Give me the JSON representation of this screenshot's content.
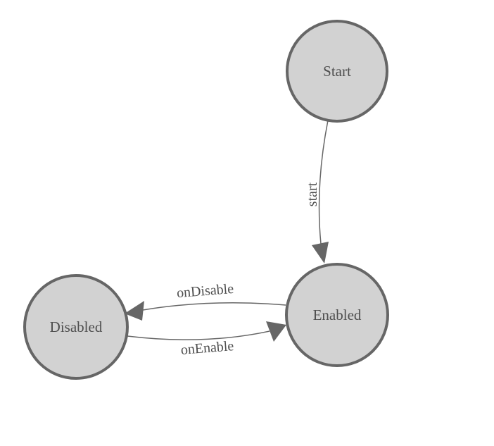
{
  "colors": {
    "background": "#ffffff",
    "node_fill": "#d2d2d2",
    "node_stroke": "#666666",
    "edge_stroke": "#666666",
    "label_color": "#4f4f4f"
  },
  "nodes": [
    {
      "id": "start",
      "label": "Start"
    },
    {
      "id": "enabled",
      "label": "Enabled"
    },
    {
      "id": "disabled",
      "label": "Disabled"
    }
  ],
  "edges": [
    {
      "id": "start-to-enabled",
      "label": "start",
      "from": "Start",
      "to": "Enabled"
    },
    {
      "id": "enabled-to-disabled",
      "label": "onDisable",
      "from": "Enabled",
      "to": "Disabled"
    },
    {
      "id": "disabled-to-enabled",
      "label": "onEnable",
      "from": "Disabled",
      "to": "Enabled"
    }
  ]
}
